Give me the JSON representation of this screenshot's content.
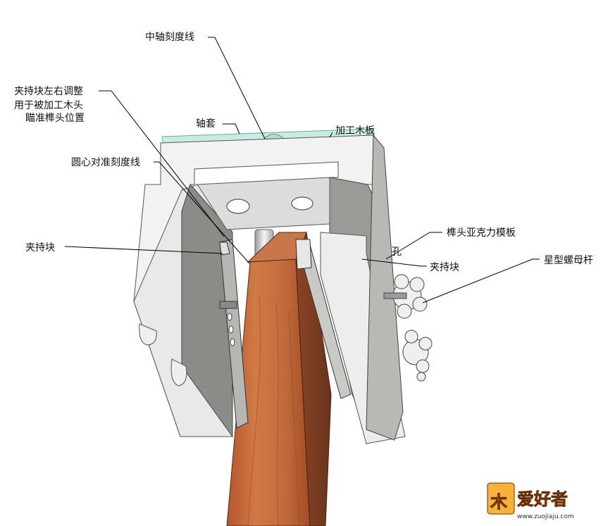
{
  "labels": {
    "center_axis_scale_line": "中轴刻度线",
    "clamp_adjust_line1": "夹持块左右调整",
    "clamp_adjust_line2": "用于被加工木头",
    "clamp_adjust_line3": "瞄准榫头位置",
    "bushing": "轴套",
    "workpiece_board": "加工木板",
    "center_align_scale_line": "圆心对准刻度线",
    "clamp_block_left": "夹持块",
    "tenon_acrylic_template": "榫头亚克力模板",
    "clamp_block_right": "夹持块",
    "star_nut_rod": "星型螺母杆",
    "hole": "孔"
  },
  "watermark": {
    "logo_glyph": "木",
    "brand": "爱好者",
    "url": "www.zuojiaju.com"
  },
  "colors": {
    "jig_face": "#f2f2f2",
    "jig_shadow": "#8b8b88",
    "wood": "#c06a3c",
    "wood_dark": "#7a3e22",
    "acrylic": "#c8ece4",
    "watermark": "#f28a00"
  }
}
